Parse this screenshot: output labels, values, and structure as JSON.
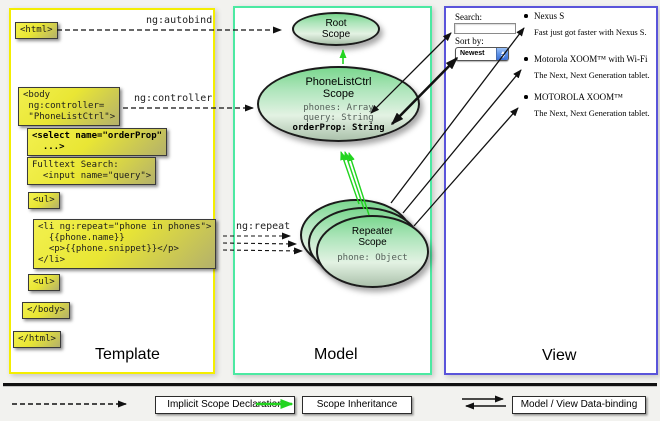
{
  "columns": {
    "template": {
      "title": "Template"
    },
    "model": {
      "title": "Model"
    },
    "view": {
      "title": "View"
    }
  },
  "directive_labels": {
    "autobind": "ng:autobind",
    "controller": "ng:controller",
    "repeat": "ng:repeat"
  },
  "code_boxes": {
    "html_open": {
      "lines": [
        "<html>"
      ]
    },
    "body_open": {
      "lines": [
        "<body",
        " ng:controller=",
        " \"PhoneListCtrl\">"
      ]
    },
    "select": {
      "lines": [
        "<select name=\"orderProp\"",
        "  ...>"
      ]
    },
    "fulltext": {
      "lines": [
        "Fulltext Search:",
        "  <input name=\"query\">"
      ]
    },
    "ul_open": {
      "lines": [
        "<ul>"
      ]
    },
    "li_repeat": {
      "lines": [
        "<li ng:repeat=\"phone in phones\">",
        "  {{phone.name}}",
        "  <p>{{phone.snippet}}</p>",
        "</li>"
      ]
    },
    "ul_close": {
      "lines": [
        "<ul>"
      ]
    },
    "body_close": {
      "lines": [
        "</body>"
      ]
    },
    "html_close": {
      "lines": [
        "</html>"
      ]
    }
  },
  "scopes": {
    "root": {
      "line1": "Root",
      "line2": "Scope"
    },
    "phone_list_ctrl": {
      "line1": "PhoneListCtrl",
      "line2": "Scope",
      "prop1": "phones: Array",
      "prop2": "query: String",
      "prop3": "orderProp: String"
    },
    "repeater": {
      "line1": "Repeater",
      "line2": "Scope",
      "prop1": "phone: Object"
    }
  },
  "view": {
    "search_label": "Search:",
    "sort_label": "Sort by:",
    "sort_value": "Newest",
    "products": [
      {
        "title": "Nexus S",
        "description": "Fast just got faster with Nexus S."
      },
      {
        "title": "Motorola XOOM™ with Wi-Fi",
        "description": "The Next, Next Generation tablet."
      },
      {
        "title": "MOTOROLA XOOM™",
        "description": "The Next, Next Generation tablet."
      }
    ]
  },
  "legend": {
    "implicit": "Implicit Scope Declaration",
    "inheritance": "Scope Inheritance",
    "binding": "Model / View Data-binding"
  },
  "colors": {
    "template_border": "#f4ee00",
    "model_border": "#4ce9a2",
    "view_border": "#5a54da",
    "inheritance_green": "#22d41f"
  }
}
